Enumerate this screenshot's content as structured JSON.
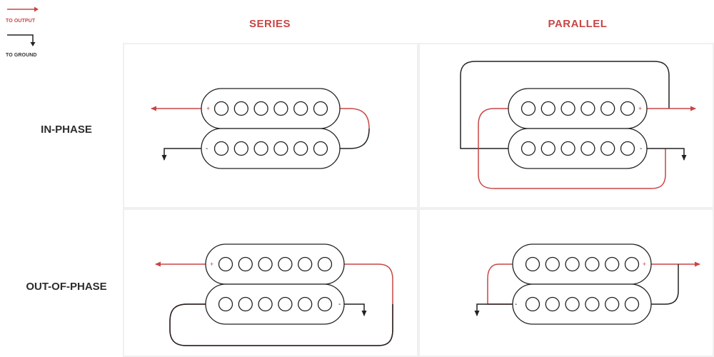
{
  "legend": {
    "output_label": "TO OUTPUT",
    "ground_label": "TO GROUND"
  },
  "columns": {
    "series": "SERIES",
    "parallel": "PARALLEL"
  },
  "rows": {
    "in_phase": "IN-PHASE",
    "out_of_phase": "OUT-OF-PHASE"
  },
  "terminals": {
    "positive": "+",
    "negative": "-"
  },
  "colors": {
    "hot": "#c94545",
    "ground": "#222222",
    "grid": "#f0f0f0"
  }
}
